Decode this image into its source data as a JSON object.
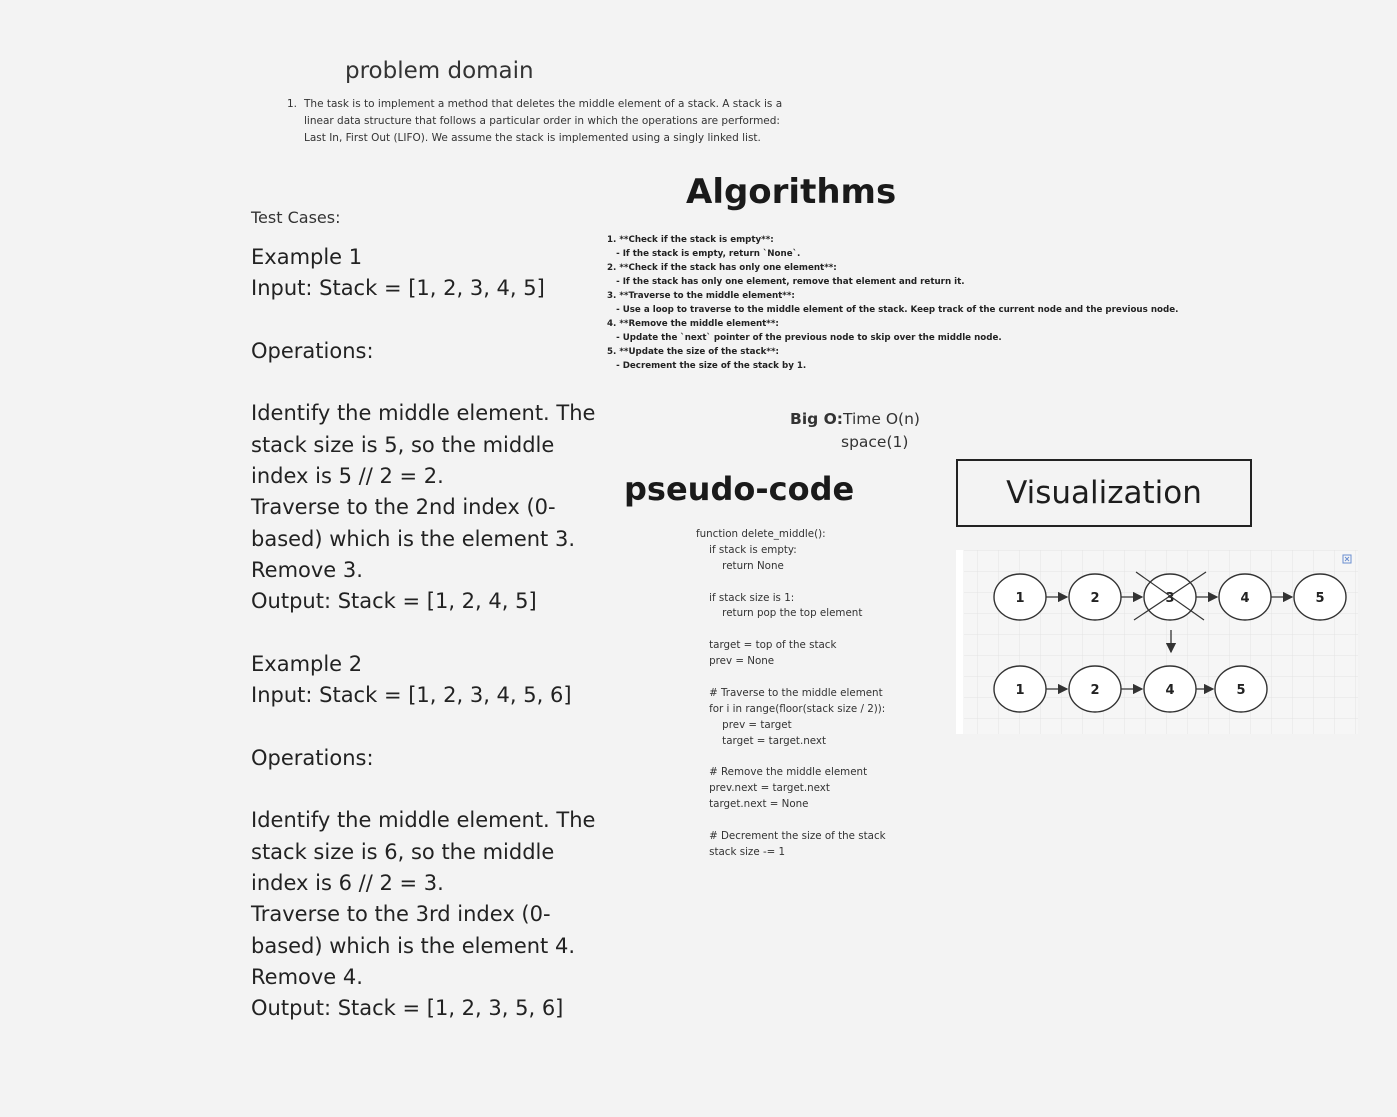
{
  "problem_domain": {
    "title": "problem domain",
    "item_number": "1.",
    "item_text": "The task is to implement a method that deletes the middle element of a stack. A stack is a linear data structure that follows a particular order in which the operations are performed: Last In, First Out (LIFO). We assume the stack is implemented using a singly linked list."
  },
  "test_cases": {
    "label": "Test Cases:",
    "lines": [
      "Example 1",
      "Input: Stack = [1, 2, 3, 4, 5]",
      "",
      "Operations:",
      "",
      "Identify the middle element. The",
      "stack size is 5, so the middle",
      "index is 5 // 2 = 2.",
      "Traverse to the 2nd index (0-",
      "based) which is the element 3.",
      "Remove 3.",
      "Output: Stack = [1, 2, 4, 5]",
      "",
      "Example 2",
      "Input: Stack = [1, 2, 3, 4, 5, 6]",
      "",
      "Operations:",
      "",
      "Identify the middle element. The",
      "stack size is 6, so the middle",
      "index is 6 // 2 = 3.",
      "Traverse to the 3rd index (0-",
      "based) which is the element 4.",
      "Remove 4.",
      "Output: Stack = [1, 2, 3, 5, 6]"
    ]
  },
  "algorithms": {
    "title": "Algorithms",
    "lines": [
      "1. **Check if the stack is empty**:",
      "   - If the stack is empty, return `None`.",
      "2. **Check if the stack has only one element**:",
      "   - If the stack has only one element, remove that element and return it.",
      "3. **Traverse to the middle element**:",
      "   - Use a loop to traverse to the middle element of the stack. Keep track of the current node and the previous node.",
      "4. **Remove the middle element**:",
      "   - Update the `next` pointer of the previous node to skip over the middle node.",
      "5. **Update the size of the stack**:",
      "   - Decrement the size of the stack by 1."
    ]
  },
  "big_o": {
    "label": "Big O:",
    "time": "Time O(n)",
    "space": "space(1)"
  },
  "pseudo_code": {
    "title": "pseudo-code",
    "lines": [
      "function delete_middle():",
      "    if stack is empty:",
      "        return None",
      "",
      "    if stack size is 1:",
      "        return pop the top element",
      "",
      "    target = top of the stack",
      "    prev = None",
      "",
      "    # Traverse to the middle element",
      "    for i in range(floor(stack size / 2)):",
      "        prev = target",
      "        target = target.next",
      "",
      "    # Remove the middle element",
      "    prev.next = target.next",
      "    target.next = None",
      "",
      "    # Decrement the size of the stack",
      "    stack size -= 1"
    ]
  },
  "visualization": {
    "title": "Visualization",
    "before": [
      "1",
      "2",
      "3",
      "4",
      "5"
    ],
    "removed": "3",
    "after": [
      "1",
      "2",
      "4",
      "5"
    ]
  }
}
